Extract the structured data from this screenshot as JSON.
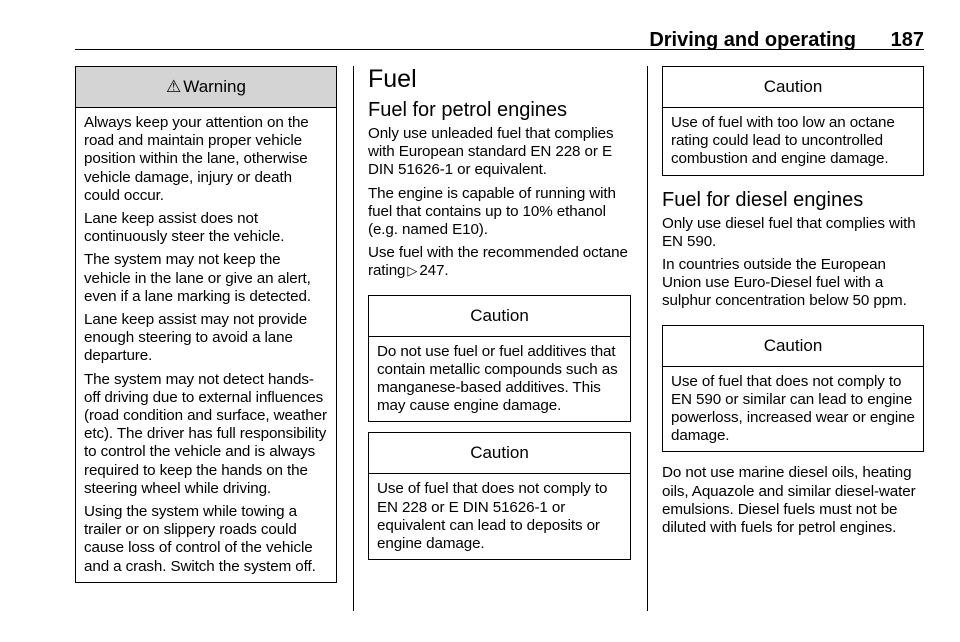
{
  "header": {
    "section_title": "Driving and operating",
    "page_number": "187"
  },
  "column1": {
    "warning": {
      "title": "Warning",
      "icon": "warning-triangle-icon",
      "paragraphs": [
        "Always keep your attention on the road and maintain proper vehicle position within the lane, otherwise vehicle damage, injury or death could occur.",
        "Lane keep assist does not continuously steer the vehicle.",
        "The system may not keep the vehicle in the lane or give an alert, even if a lane marking is detected.",
        "Lane keep assist may not provide enough steering to avoid a lane departure.",
        "The system may not detect hands-off driving due to external influences (road condition and surface, weather etc). The driver has full responsibility to control the vehicle and is always required to keep the hands on the steering wheel while driving.",
        "Using the system while towing a trailer or on slippery roads could cause loss of control of the vehicle and a crash. Switch the system off."
      ]
    }
  },
  "column2": {
    "section_title": "Fuel",
    "subsection_title": "Fuel for petrol engines",
    "paragraphs": [
      "Only use unleaded fuel that complies with European standard EN 228 or E DIN 51626-1 or equivalent.",
      "The engine is capable of running with fuel that contains up to 10% ethanol (e.g. named E10)."
    ],
    "ref_paragraph": {
      "text_before": "Use fuel with the recommended octane rating",
      "ref_icon": "page-reference-icon",
      "ref_page": "247."
    },
    "caution1": {
      "title": "Caution",
      "text": "Do not use fuel or fuel additives that contain metallic compounds such as manganese-based additives. This may cause engine damage."
    },
    "caution2": {
      "title": "Caution",
      "text": "Use of fuel that does not comply to EN 228 or E DIN 51626-1 or equivalent can lead to deposits or engine damage."
    }
  },
  "column3": {
    "caution1": {
      "title": "Caution",
      "text": "Use of fuel with too low an octane rating could lead to uncontrolled combustion and engine damage."
    },
    "subsection_title": "Fuel for diesel engines",
    "paragraphs": [
      "Only use diesel fuel that complies with EN 590.",
      "In countries outside the European Union use Euro-Diesel fuel with a sulphur concentration below 50 ppm."
    ],
    "caution2": {
      "title": "Caution",
      "text": "Use of fuel that does not comply to EN 590 or similar can lead to engine powerloss, increased wear or engine damage."
    },
    "closing_paragraph": "Do not use marine diesel oils, heating oils, Aquazole and similar diesel-water emulsions. Diesel fuels must not be diluted with fuels for petrol engines."
  }
}
